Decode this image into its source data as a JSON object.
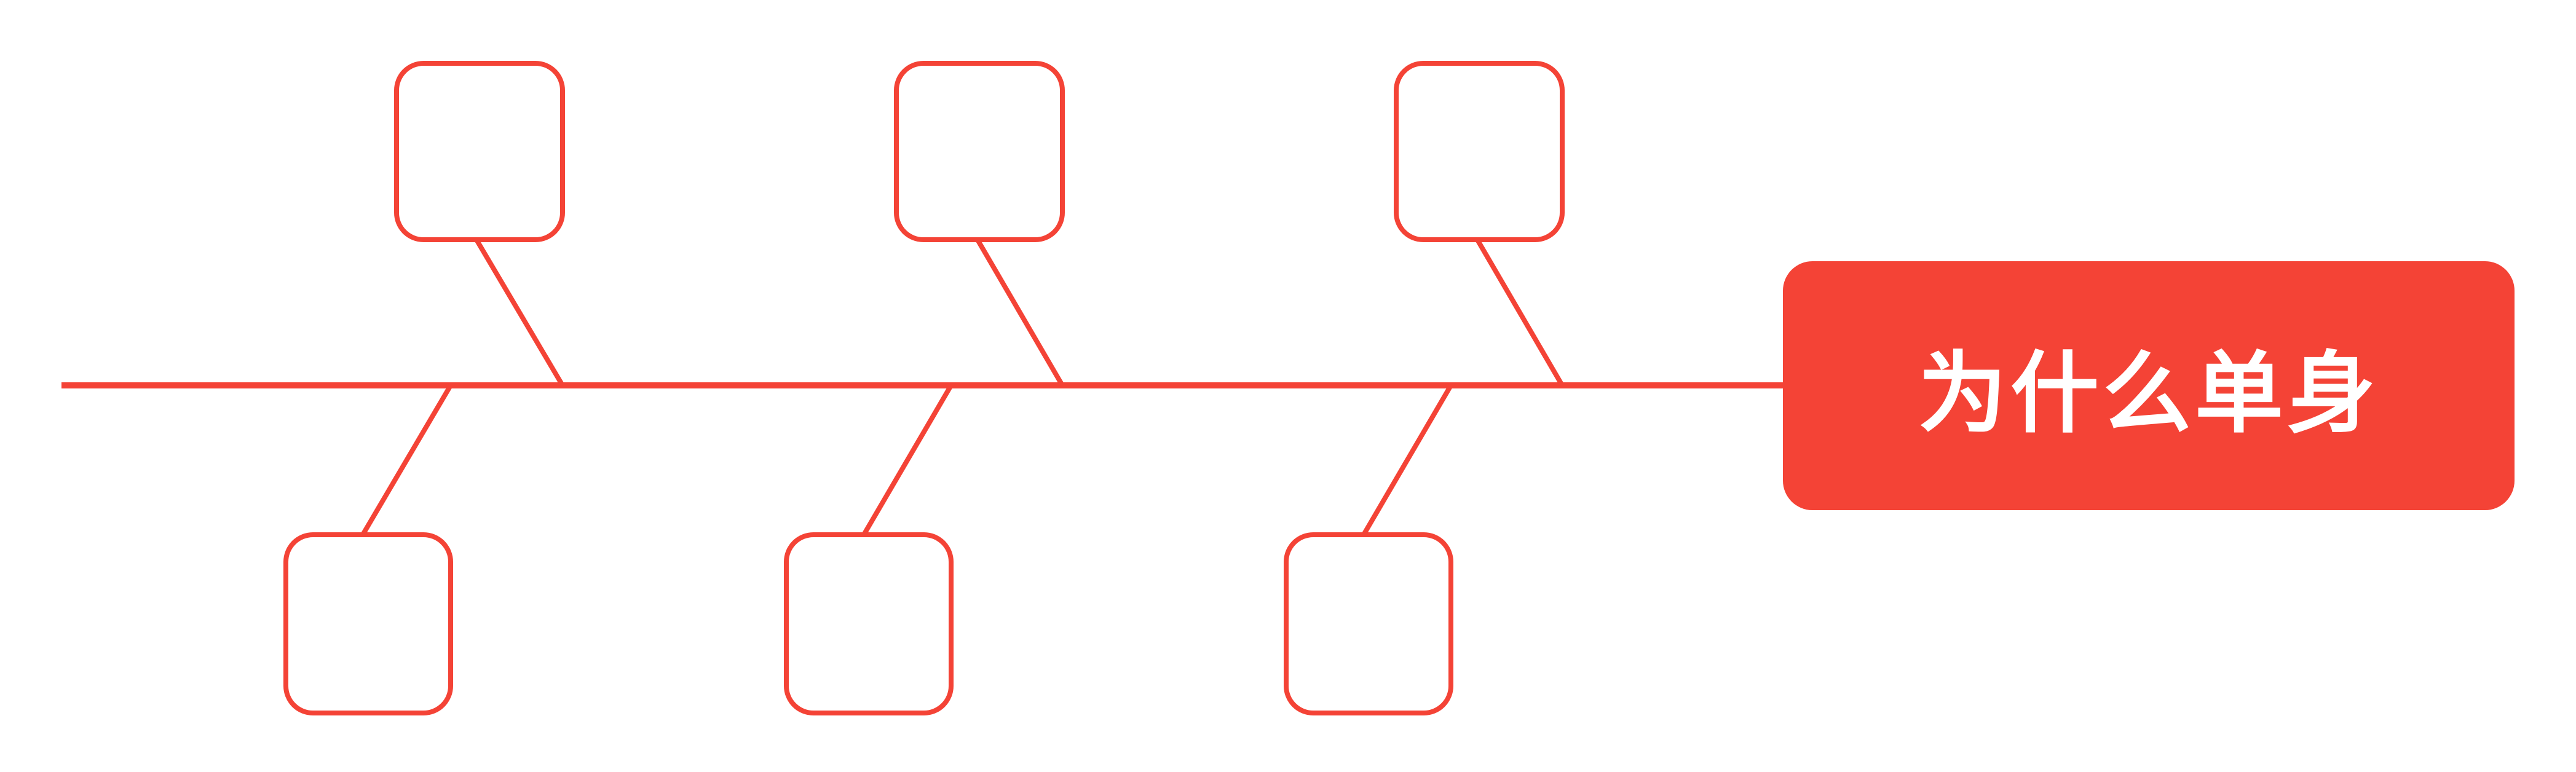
{
  "fishbone": {
    "head_label": "为什么单身",
    "accent_color": "#F44336",
    "background_color": "#FFFFFF",
    "cause_boxes": [
      {
        "position": "top",
        "label": ""
      },
      {
        "position": "top",
        "label": ""
      },
      {
        "position": "top",
        "label": ""
      },
      {
        "position": "bottom",
        "label": ""
      },
      {
        "position": "bottom",
        "label": ""
      },
      {
        "position": "bottom",
        "label": ""
      }
    ]
  }
}
